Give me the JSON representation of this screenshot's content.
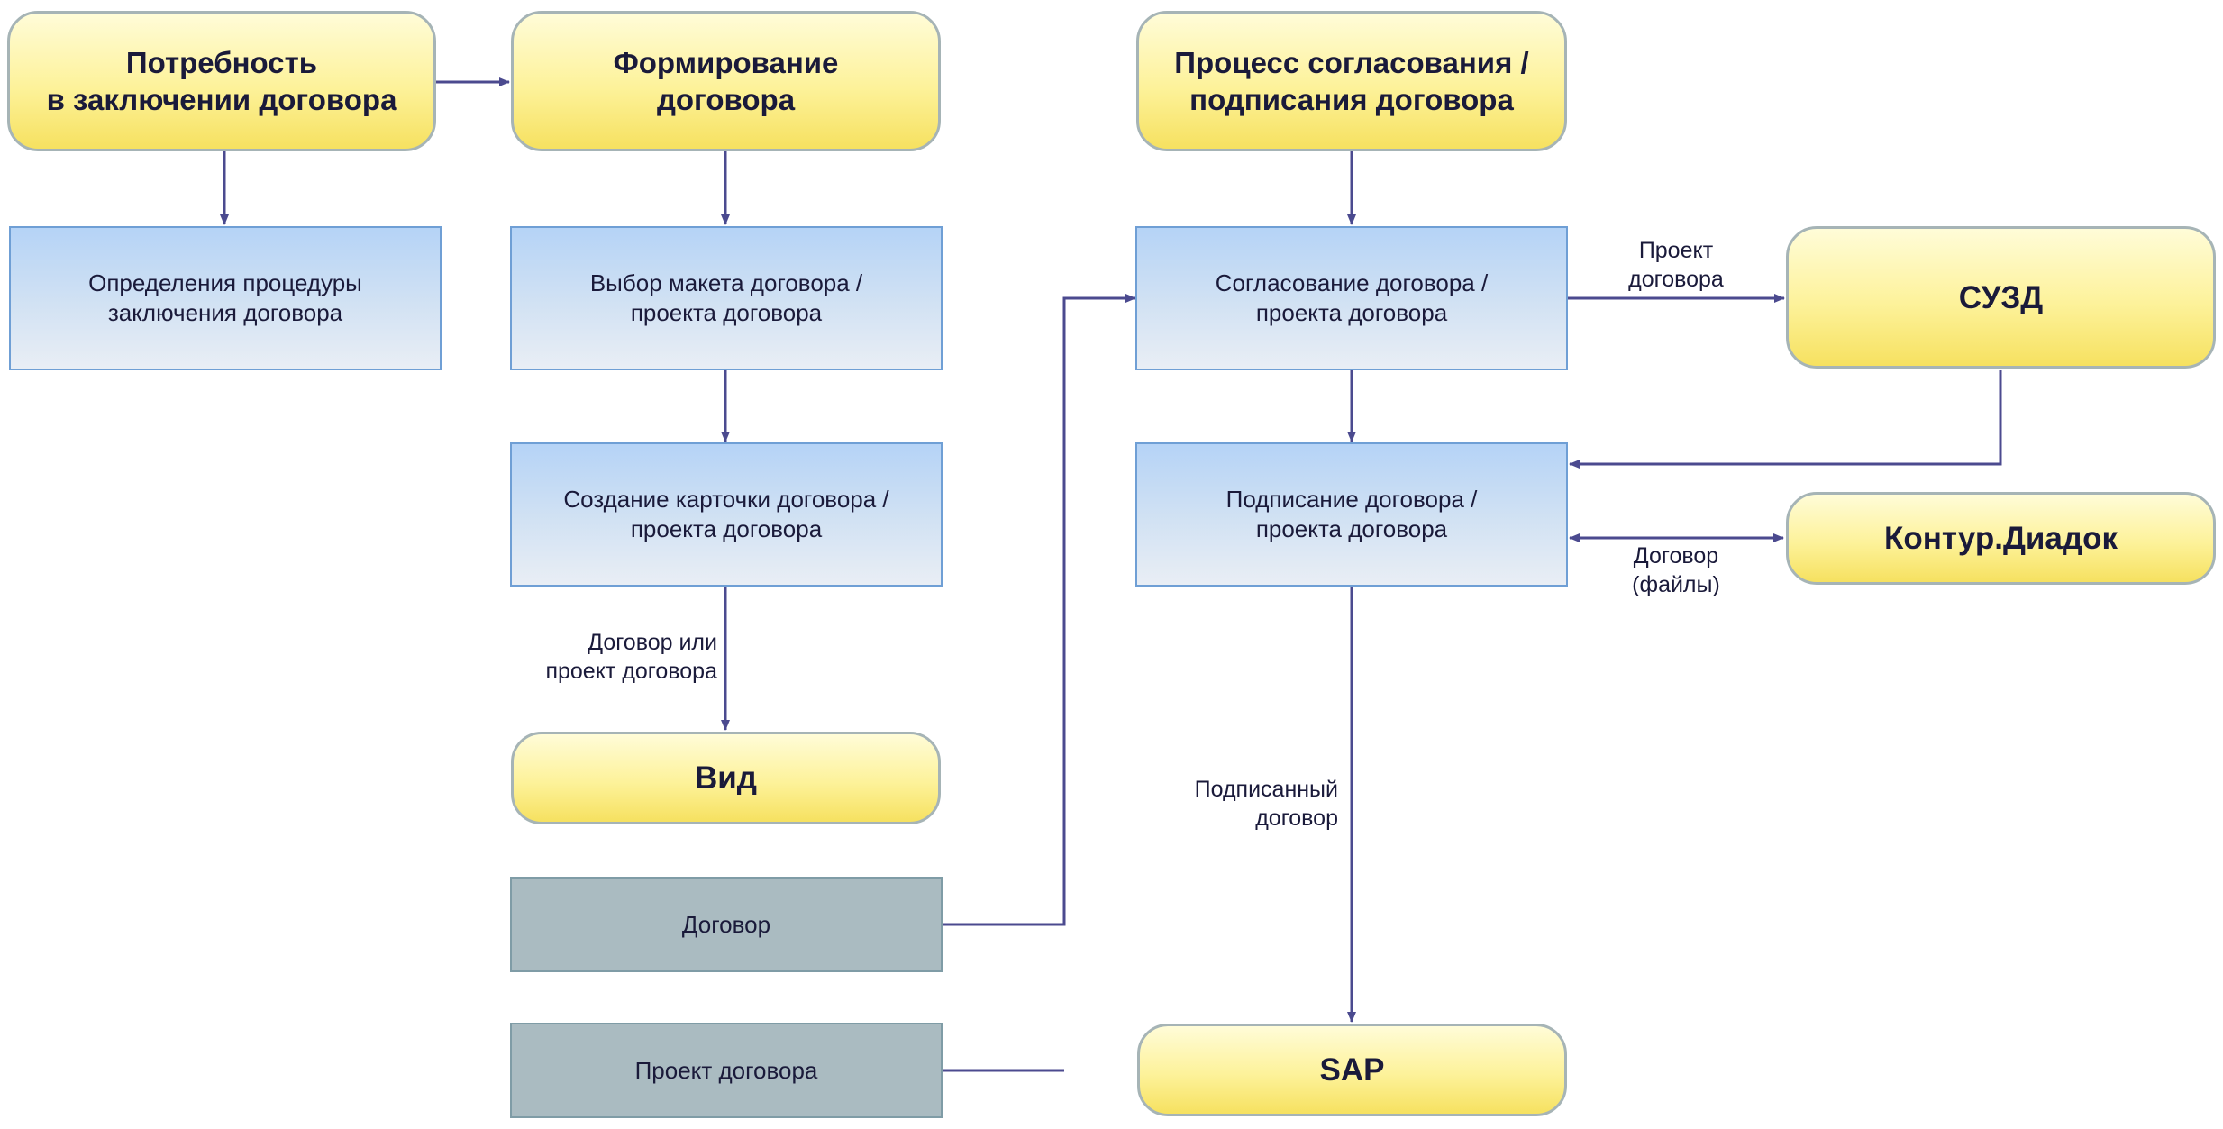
{
  "nodes": {
    "need": "Потребность\nв заключении договора",
    "forming": "Формирование\nдоговора",
    "approval_process": "Процесс согласования /\nподписания договора",
    "define_procedure": "Определения процедуры\nзаключения договора",
    "choose_template": "Выбор макета договора /\nпроекта договора",
    "create_card": "Создание карточки договора /\nпроекта договора",
    "vid": "Вид",
    "contract": "Договор",
    "draft_contract": "Проект договора",
    "agreement": "Согласование договора /\nпроекта договора",
    "signing": "Подписание договора /\nпроекта договора",
    "suzd": "СУЗД",
    "diadoc": "Контур.Диадок",
    "sap": "SAP"
  },
  "edge_labels": {
    "contract_or_draft": "Договор или\nпроект договора",
    "draft_to_suzd": "Проект\nдоговора",
    "files": "Договор\n(файлы)",
    "signed": "Подписанный\nдоговор"
  },
  "colors": {
    "connector": "#4b4a8f",
    "yellow_fill": "#fdf29a",
    "blue_fill": "#c6dcf5",
    "gray_fill": "#aabbc1"
  }
}
